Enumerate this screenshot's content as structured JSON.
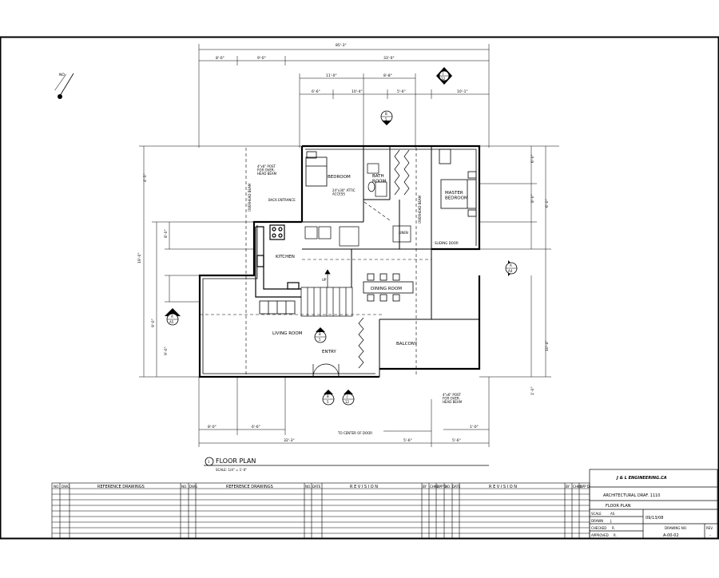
{
  "plan": {
    "title": "FLOOR PLAN",
    "scale": "SCALE: 1/4\" = 1'-0\"",
    "detail_number": "1",
    "north_label": "NO",
    "overall_width": "85'-3\"",
    "top_dims": [
      "8'-0\"",
      "9'-0\"",
      "33'-0\"",
      "11'-0\"",
      "8'-8\"",
      "6'-6\"",
      "10'-4\"",
      "5'-6\"",
      "10'-1\""
    ],
    "left_dims": [
      "4'-5\"",
      "19'-0\"",
      "8'-0\"",
      "9'-0\"",
      "9'-0\""
    ],
    "right_dims": [
      "6'-0\"",
      "8'-0\"",
      "6'-0\"",
      "10'-4\"",
      "1'-0\""
    ],
    "bottom_dims": [
      "8'-0\"",
      "6'-6\"",
      "32'-3\"",
      "5'-6\"",
      "5'-6\"",
      "1'-0\""
    ],
    "rooms": {
      "bedroom": "BEDROOM",
      "bath": "BATH\nROOM",
      "master_bedroom": "MASTER\nBEDROOM",
      "kitchen": "KITCHEN",
      "dining": "DINING ROOM",
      "living": "LIVING ROOM",
      "entry": "ENTRY",
      "balcony": "BALCONY"
    },
    "notes": {
      "beam_left": "4\"x6\" POST\nFOR OVER-\nHEAD BEAM",
      "beam_bottom": "4\"x6\" POST\nFOR OVER-\nHEAD BEAM",
      "back_entrance": "BACK ENTRANCE",
      "sliding_door": "SLIDING DOOR",
      "to_center": "TO CENTER OF DOOR",
      "overhead_beam": "OVERHEAD BEAM",
      "attic_access": "24\"x30\" ATTIC\nACCESS",
      "closet": "LINEN",
      "stair": "UP"
    },
    "markers": [
      {
        "letter": "A",
        "sheet": "A5"
      },
      {
        "letter": "A",
        "sheet": "A4"
      },
      {
        "letter": "B",
        "sheet": "5"
      },
      {
        "letter": "B",
        "sheet": "5"
      },
      {
        "letter": "B",
        "sheet": "5"
      },
      {
        "letter": "J",
        "sheet": "12"
      },
      {
        "letter": "J",
        "sheet": "12"
      }
    ]
  },
  "reference_table": {
    "headers": {
      "no": "NO.",
      "dwg": "DWG",
      "ref1": "REFERENCE DRAWINGS",
      "ref2": "REFERENCE DRAWINGS",
      "rev1": "R E V I S I O N",
      "rev2": "R E V I S I O N",
      "date": "DATE",
      "by": "BY",
      "chkd": "CHKD",
      "appd": "APP'D"
    }
  },
  "title_block": {
    "company": "J & L ENGINEERING.CA",
    "department": "ARCHITECTURAL  DRAF. 1110",
    "drawing_title": "FLOOR PLAN",
    "scale_label": "SCALE",
    "scale_value": "AS",
    "drawn_label": "DRAWN",
    "drawn_value": "J.",
    "checked_label": "CHECKED",
    "checked_value": "R.",
    "approved_label": "APPROVED",
    "approved_value": "R.",
    "date": "09/13/08",
    "drawing_no_label": "DRAWING NO.",
    "drawing_no": "A-00-02",
    "rev_label": "REV.",
    "rev_value": "-"
  },
  "colors": {
    "ink": "#000000",
    "paper": "#ffffff"
  }
}
